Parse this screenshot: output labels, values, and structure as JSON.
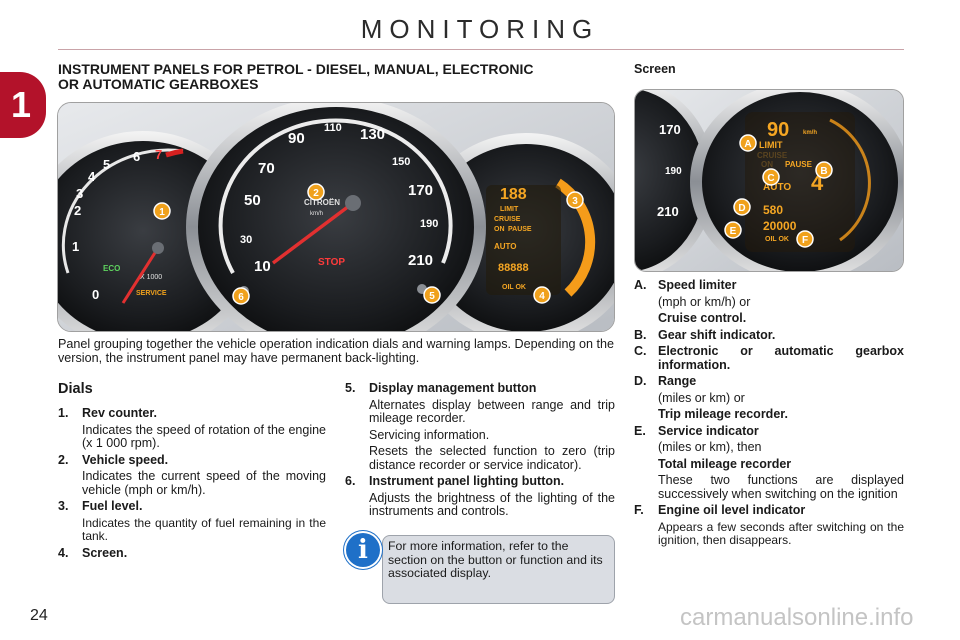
{
  "header": {
    "title": "MONITORING",
    "chapter": "1",
    "section_title": "INSTRUMENT PANELS FOR PETROL - DIESEL, MANUAL, ELECTRONIC OR AUTOMATIC GEARBOXES",
    "screen_title": "Screen"
  },
  "panel_image": {
    "callouts": [
      "1",
      "2",
      "3",
      "4",
      "5",
      "6"
    ],
    "speed_ticks": [
      "10",
      "30",
      "50",
      "70",
      "90",
      "110",
      "130",
      "150",
      "170",
      "190",
      "210"
    ],
    "rev_ticks": [
      "0",
      "1",
      "2",
      "3",
      "4",
      "5",
      "6",
      "7"
    ],
    "labels": {
      "eco": "ECO",
      "rpm_scale": "X 1000",
      "service": "SERVICE",
      "brand": "CITROËN",
      "unit": "km/h",
      "stop": "STOP"
    },
    "display": {
      "speed": "188",
      "limit": "LIMIT",
      "cruise": "CRUISE",
      "on": "ON",
      "pause": "PAUSE",
      "auto": "AUTO",
      "odometer": "88888",
      "oil_ok": "OIL OK"
    }
  },
  "screen_image": {
    "callouts": [
      "A",
      "B",
      "C",
      "D",
      "E",
      "F"
    ],
    "speed_ticks": [
      "170",
      "190",
      "210"
    ],
    "display": {
      "speed": "90",
      "speed_unit": "km/h",
      "limit": "LIMIT",
      "cruise": "CRUISE",
      "on": "ON",
      "pause": "PAUSE",
      "auto": "AUTO",
      "gear": "4",
      "range": "580",
      "odometer": "20000",
      "oil_ok": "OIL OK"
    }
  },
  "intro": "Panel grouping together the vehicle operation indication dials and warning lamps. Depending on the version, the instrument panel may have permanent back-lighting.",
  "dials": {
    "heading": "Dials",
    "items": [
      {
        "num": "1.",
        "title": "Rev counter.",
        "desc": "Indicates the speed of rotation of the engine (x 1 000 rpm)."
      },
      {
        "num": "2.",
        "title": "Vehicle speed.",
        "desc": "Indicates the current speed of the moving vehicle (mph or km/h)."
      },
      {
        "num": "3.",
        "title": "Fuel level.",
        "desc": "Indicates the quantity of fuel remaining in the tank."
      },
      {
        "num": "4.",
        "title": "Screen."
      }
    ],
    "item5": {
      "num": "5.",
      "title": "Display management button",
      "desc1": "Alternates display between range and trip mileage recorder.",
      "desc2": "Servicing information.",
      "desc3": "Resets the selected function to zero (trip distance recorder or service indicator)."
    },
    "item6": {
      "num": "6.",
      "title": "Instrument panel lighting button.",
      "desc": "Adjusts the brightness of the lighting of the instruments and controls."
    }
  },
  "info": {
    "icon": "i",
    "text": "For more information, refer to the section on the button or function and its associated display."
  },
  "screen_items": {
    "A": {
      "letter": "A.",
      "title": "Speed limiter",
      "sub1": "(mph or km/h) or",
      "sub2": "Cruise control."
    },
    "B": {
      "letter": "B.",
      "title": "Gear shift indicator."
    },
    "C": {
      "letter": "C.",
      "title": "Electronic or automatic gearbox information."
    },
    "D": {
      "letter": "D.",
      "title": "Range",
      "sub1": "(miles or km) or",
      "sub2": "Trip mileage recorder."
    },
    "E": {
      "letter": "E.",
      "title": "Service indicator",
      "sub1": "(miles or km), then",
      "sub2": "Total mileage recorder",
      "sub3": "These two functions are displayed successively when switching on the ignition"
    },
    "F": {
      "letter": "F.",
      "title": "Engine oil level indicator",
      "sub1": "Appears a few seconds after switching on the ignition, then disappears."
    }
  },
  "footer": {
    "page_number": "24",
    "watermark": "carmanualsonline.info"
  },
  "colors": {
    "chapter_red": "#b3122a",
    "callout_orange": "#f0a11c",
    "display_amber": "#f5a623",
    "info_blue": "#1f70c8"
  }
}
